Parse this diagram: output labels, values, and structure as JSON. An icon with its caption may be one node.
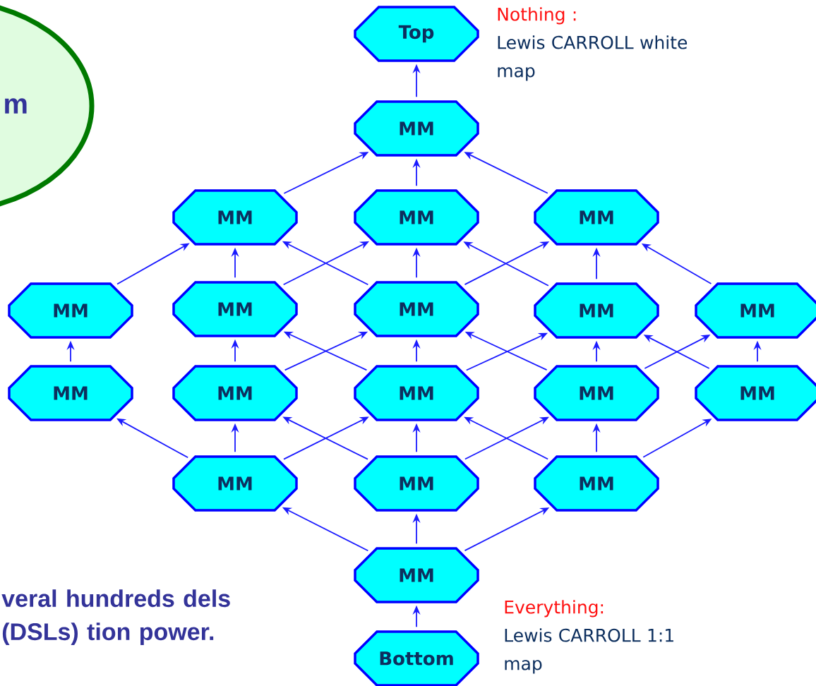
{
  "diagram": {
    "nodes": [
      {
        "text": [
          "m"
        ]
      },
      {
        "text": [
          "Top"
        ],
        "beside": [
          "Nothing :",
          "Lewis CARROLL white map"
        ]
      },
      {
        "text": [
          "MM"
        ]
      },
      {
        "text": [
          "MM"
        ]
      },
      {
        "text": [
          "MM"
        ]
      },
      {
        "text": [
          "MM"
        ]
      },
      {
        "text": [
          "MM"
        ]
      },
      {
        "text": [
          "MM"
        ]
      },
      {
        "text": [
          "MM"
        ]
      },
      {
        "text": [
          "MM"
        ]
      },
      {
        "text": [
          "MM"
        ]
      },
      {
        "text": [
          "MM"
        ]
      },
      {
        "text": [
          "MM"
        ]
      },
      {
        "text": [
          "MM"
        ]
      },
      {
        "text": [
          "MM"
        ]
      },
      {
        "text": [
          "MM"
        ]
      },
      {
        "text": [
          "MM"
        ]
      },
      {
        "text": [
          "MM"
        ]
      },
      {
        "text": [
          "MM"
        ]
      },
      {
        "text": [
          "MM"
        ]
      },
      {
        "text": [
          "Bottom"
        ],
        "beside": [
          "Everything:",
          "Lewis CARROLL 1:1 map"
        ]
      }
    ],
    "edges": [
      {
        "from": 2,
        "to": 1,
        "arrow": "to"
      },
      {
        "from": 3,
        "to": 2,
        "arrow": "to"
      },
      {
        "from": 4,
        "to": 2,
        "arrow": "to"
      },
      {
        "from": 5,
        "to": 2,
        "arrow": "to"
      },
      {
        "from": 6,
        "to": 3,
        "arrow": "to"
      },
      {
        "from": 7,
        "to": 3,
        "arrow": "to"
      },
      {
        "from": 8,
        "to": 3,
        "arrow": "to"
      },
      {
        "from": 7,
        "to": 4,
        "arrow": "to"
      },
      {
        "from": 8,
        "to": 4,
        "arrow": "to"
      },
      {
        "from": 9,
        "to": 4,
        "arrow": "to"
      },
      {
        "from": 8,
        "to": 5,
        "arrow": "to"
      },
      {
        "from": 9,
        "to": 5,
        "arrow": "to"
      },
      {
        "from": 10,
        "to": 5,
        "arrow": "to"
      },
      {
        "from": 11,
        "to": 6,
        "arrow": "to"
      },
      {
        "from": 12,
        "to": 7,
        "arrow": "to"
      },
      {
        "from": 13,
        "to": 7,
        "arrow": "to"
      },
      {
        "from": 12,
        "to": 8,
        "arrow": "to"
      },
      {
        "from": 13,
        "to": 8,
        "arrow": "to"
      },
      {
        "from": 14,
        "to": 8,
        "arrow": "to"
      },
      {
        "from": 13,
        "to": 9,
        "arrow": "to"
      },
      {
        "from": 14,
        "to": 9,
        "arrow": "to"
      },
      {
        "from": 15,
        "to": 9,
        "arrow": "to"
      },
      {
        "from": 14,
        "to": 10,
        "arrow": "to"
      },
      {
        "from": 15,
        "to": 10,
        "arrow": "to"
      },
      {
        "from": 16,
        "to": 11,
        "arrow": "to"
      },
      {
        "from": 16,
        "to": 12,
        "arrow": "to"
      },
      {
        "from": 16,
        "to": 13,
        "arrow": "to"
      },
      {
        "from": 17,
        "to": 12,
        "arrow": "to"
      },
      {
        "from": 17,
        "to": 13,
        "arrow": "to"
      },
      {
        "from": 17,
        "to": 14,
        "arrow": "to"
      },
      {
        "from": 18,
        "to": 13,
        "arrow": "to"
      },
      {
        "from": 18,
        "to": 14,
        "arrow": "to"
      },
      {
        "from": 18,
        "to": 15,
        "arrow": "to"
      },
      {
        "from": 19,
        "to": 16,
        "arrow": "to"
      },
      {
        "from": 19,
        "to": 17,
        "arrow": "to"
      },
      {
        "from": 19,
        "to": 18,
        "arrow": "to"
      },
      {
        "from": 20,
        "to": 19,
        "arrow": "to"
      }
    ],
    "labels": [
      "veral hundreds dels (DSLs) tion power."
    ]
  }
}
